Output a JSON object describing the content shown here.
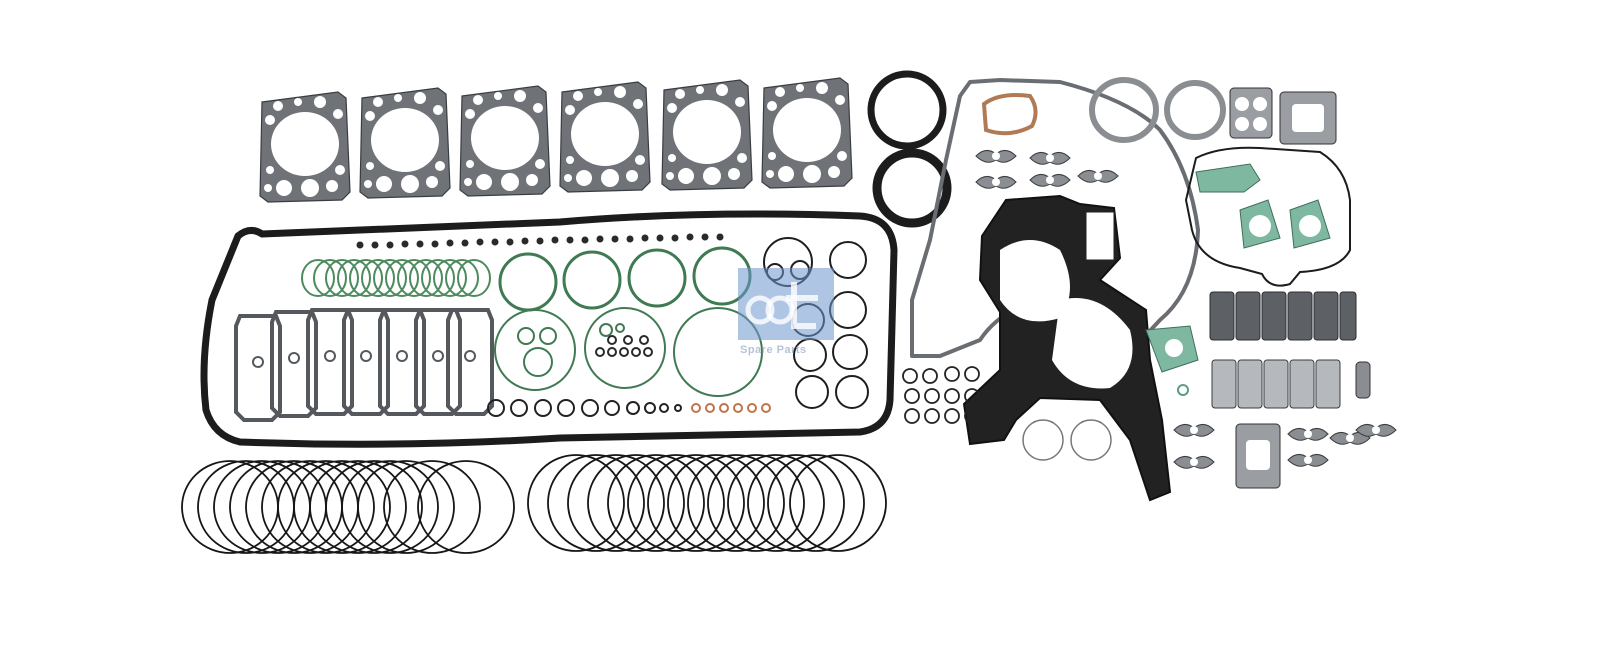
{
  "image": {
    "subject": "Engine gasket kit product photo",
    "background": "#ffffff",
    "watermark": {
      "brand": "dt",
      "tagline": "Spare Parts",
      "color": "#6e96cd"
    },
    "colors": {
      "gasket_steel": "#6f7378",
      "black_rubber": "#1c1c1c",
      "green_oring": "#3f7a52",
      "mint_gasket": "#7fb8a0",
      "cork": "#b07a55",
      "copper": "#c0744a"
    },
    "components": [
      {
        "name": "cylinder-head-gaskets",
        "count": 6
      },
      {
        "name": "oil-pan-gasket",
        "count": 1
      },
      {
        "name": "valve-cover-gaskets",
        "count": 6
      },
      {
        "name": "shaft-seals",
        "count": 2
      },
      {
        "name": "timing-cover-gasket",
        "count": 1
      },
      {
        "name": "piston-ring-set-left",
        "count": 14
      },
      {
        "name": "piston-ring-set-right",
        "count": 14
      }
    ]
  }
}
